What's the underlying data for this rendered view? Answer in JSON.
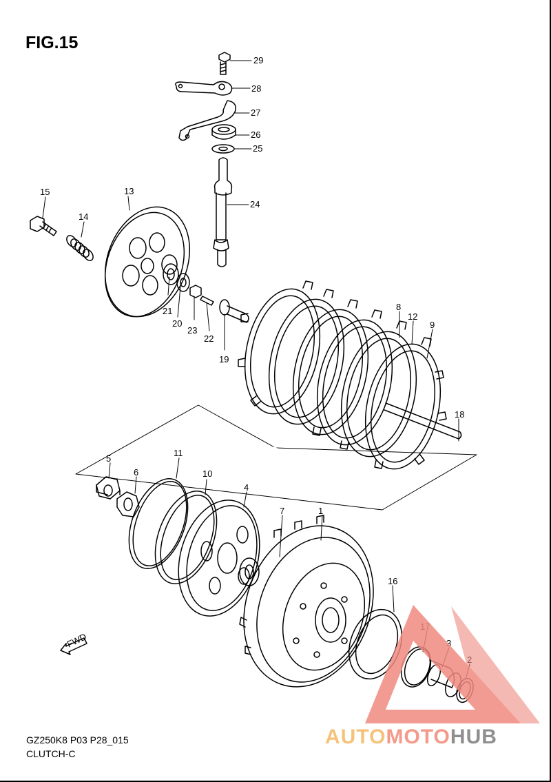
{
  "figure": {
    "title": "FIG.15",
    "model_code": "GZ250K8 P03 P28_015",
    "section": "CLUTCH-C"
  },
  "fwd_label": "FWD",
  "parts": [
    {
      "id": "1",
      "label": "1"
    },
    {
      "id": "2",
      "label": "2"
    },
    {
      "id": "3",
      "label": "3"
    },
    {
      "id": "4",
      "label": "4"
    },
    {
      "id": "5",
      "label": "5"
    },
    {
      "id": "6",
      "label": "6"
    },
    {
      "id": "7",
      "label": "7"
    },
    {
      "id": "8",
      "label": "8"
    },
    {
      "id": "9",
      "label": "9"
    },
    {
      "id": "10",
      "label": "10"
    },
    {
      "id": "11",
      "label": "11"
    },
    {
      "id": "12",
      "label": "12"
    },
    {
      "id": "13",
      "label": "13"
    },
    {
      "id": "14",
      "label": "14"
    },
    {
      "id": "15",
      "label": "15"
    },
    {
      "id": "16",
      "label": "16"
    },
    {
      "id": "17",
      "label": "17"
    },
    {
      "id": "18",
      "label": "18"
    },
    {
      "id": "19",
      "label": "19"
    },
    {
      "id": "20",
      "label": "20"
    },
    {
      "id": "21",
      "label": "21"
    },
    {
      "id": "22",
      "label": "22"
    },
    {
      "id": "23",
      "label": "23"
    },
    {
      "id": "24",
      "label": "24"
    },
    {
      "id": "25",
      "label": "25"
    },
    {
      "id": "26",
      "label": "26"
    },
    {
      "id": "27",
      "label": "27"
    },
    {
      "id": "28",
      "label": "28"
    },
    {
      "id": "29",
      "label": "29"
    }
  ],
  "watermark": {
    "text_1": "AUTO",
    "text_2": "MOTO",
    "text_3": "HUB",
    "colors": {
      "auto": "#f6c27a",
      "moto": "#f39a8a",
      "hub": "#8f8f8f",
      "triangle": "#f08a80"
    }
  }
}
